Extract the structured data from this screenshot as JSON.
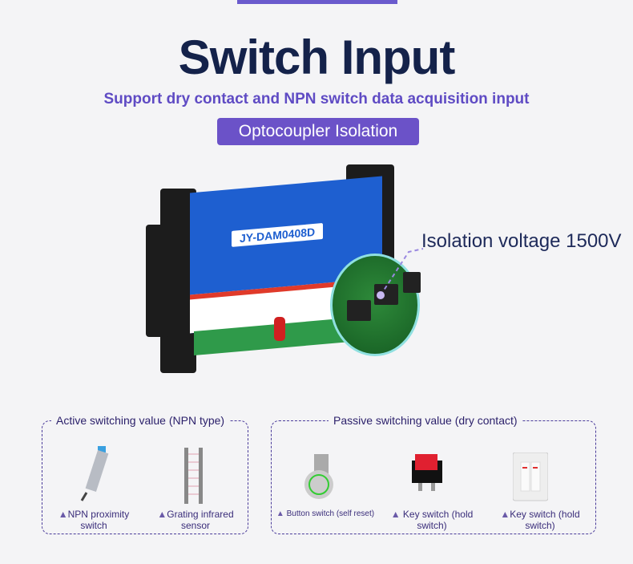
{
  "header": {
    "title": "Switch Input",
    "subtitle": "Support dry contact and NPN switch data acquisition input",
    "badge": "Optocoupler Isolation"
  },
  "product": {
    "model": "JY-DAM0408D",
    "callout": "Isolation voltage 1500V"
  },
  "active_group": {
    "title": "Active switching value (NPN type)",
    "items": [
      {
        "label": "NPN proximity switch",
        "icon": "proximity-sensor-icon"
      },
      {
        "label": "Grating infrared sensor",
        "icon": "light-curtain-icon"
      }
    ]
  },
  "passive_group": {
    "title": "Passive switching value (dry contact)",
    "items": [
      {
        "label": "Button switch (self reset)",
        "icon": "push-button-icon"
      },
      {
        "label": "Key switch (hold switch)",
        "icon": "rocker-switch-icon"
      },
      {
        "label": "Key switch (hold switch)",
        "icon": "wall-switch-icon"
      }
    ]
  },
  "marker": "▲",
  "colors": {
    "accent": "#6b52c8",
    "title": "#14224a"
  }
}
